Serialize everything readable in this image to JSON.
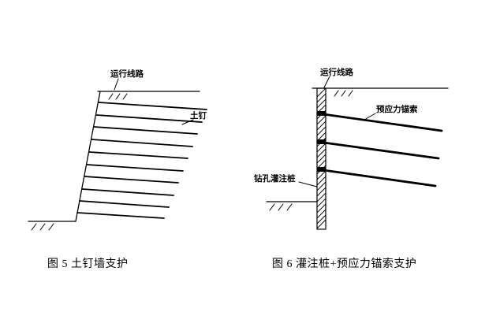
{
  "page": {
    "background": "#ffffff",
    "line_color": "#000000",
    "text_color": "#000000"
  },
  "figures": [
    {
      "id": "figure-5",
      "caption": "图 5  土钉墙支护",
      "labels": {
        "track": "运行线路",
        "soil_nail": "土钉"
      }
    },
    {
      "id": "figure-6",
      "caption": "图 6  灌注桩+预应力锚索支护",
      "labels": {
        "track": "运行线路",
        "anchor": "预应力锚索",
        "pile": "钻孔灌注桩"
      }
    }
  ]
}
